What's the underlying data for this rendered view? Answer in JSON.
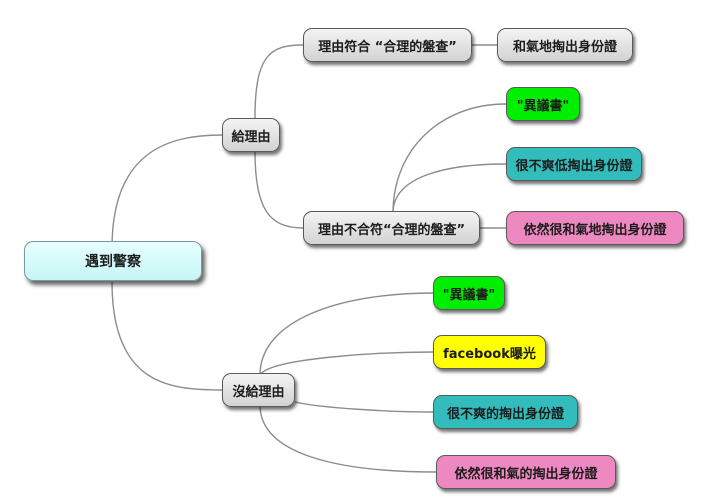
{
  "root": {
    "label": "遇到警察"
  },
  "branch_reason": {
    "label": "給理由",
    "fits": {
      "label": "理由符合 “合理的盤查”",
      "outcome": "和氣地掏出身份證"
    },
    "not_fits": {
      "label": "理由不合符“合理的盤查”",
      "outcomes": [
        "\"異議書\"",
        "很不爽低掏出身份證",
        "依然很和氣地掏出身份證"
      ]
    }
  },
  "branch_no_reason": {
    "label": "沒給理由",
    "outcomes": [
      "\"異議書\"",
      "facebook曝光",
      "很不爽的掏出身份證",
      "依然很和氣的掏出身份證"
    ]
  },
  "colors": {
    "root": "#c6f6f6",
    "grey": "#d2d2d2",
    "green": "#00ee00",
    "teal": "#33bcbc",
    "pink": "#ee88c0",
    "yellow": "#ffff00",
    "line": "#8c8c8c"
  }
}
